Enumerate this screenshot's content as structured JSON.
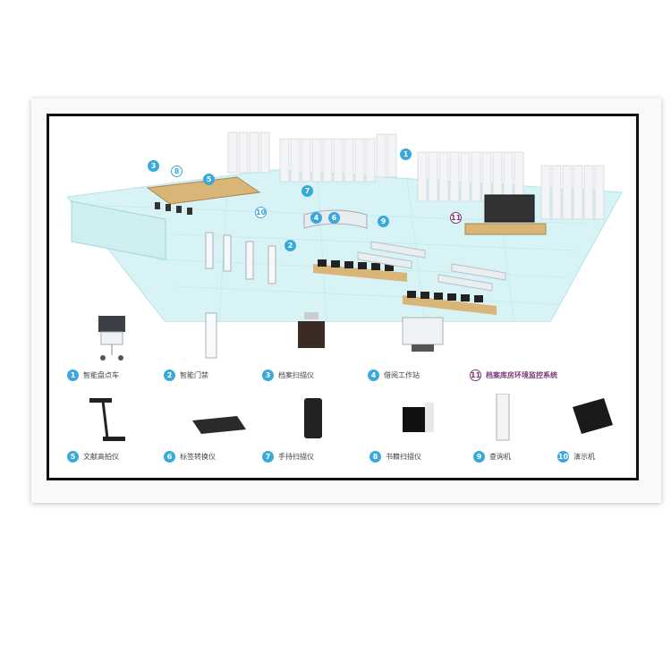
{
  "callouts": [
    "1",
    "2",
    "3",
    "4",
    "5",
    "6",
    "7",
    "8",
    "9",
    "10",
    "11"
  ],
  "legend": {
    "row1": [
      {
        "num": "1",
        "label": "智能盘点车"
      },
      {
        "num": "2",
        "label": "智能门禁"
      },
      {
        "num": "3",
        "label": "档案扫描仪"
      },
      {
        "num": "4",
        "label": "借阅工作站"
      },
      {
        "num": "11",
        "label": "档案库房环境监控系统"
      }
    ],
    "row2": [
      {
        "num": "5",
        "label": "文献高拍仪"
      },
      {
        "num": "6",
        "label": "标签转换仪"
      },
      {
        "num": "7",
        "label": "手持扫描仪"
      },
      {
        "num": "8",
        "label": "书籍扫描仪"
      },
      {
        "num": "9",
        "label": "查询机"
      },
      {
        "num": "10",
        "label": "演示机"
      }
    ]
  },
  "colors": {
    "accent": "#39a9dc",
    "highlight": "#7a3a7a",
    "floor": "#c8eef2",
    "cabinet": "#f2f4f6"
  }
}
